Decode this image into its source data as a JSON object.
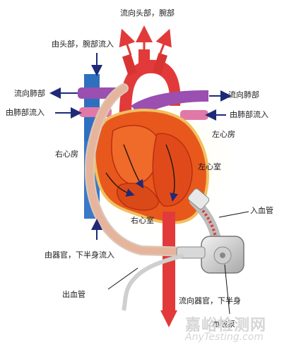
{
  "labels": {
    "top_out": "流向头部，腕部",
    "top_in": "由头部，腕部流入",
    "left_lung_out": "流向肺部",
    "left_lung_in": "由肺部流入",
    "right_lung_out": "流向肺部",
    "right_lung_in": "由肺部流入",
    "left_atrium": "左心房",
    "right_atrium": "右心房",
    "left_ventricle": "左心室",
    "right_ventricle": "右心室",
    "inflow_cannula": "入血管",
    "lower_in": "由器官，下半身流入",
    "outflow_cannula": "出血管",
    "lower_out": "流向器官，下半身",
    "pump": "血液泵"
  },
  "watermark": {
    "cn": "嘉峪检测网",
    "en": "AnyTesting.com"
  },
  "colors": {
    "artery_red": "#e23a3a",
    "vein_blue": "#2f6fc0",
    "pulmonary_purple": "#9b4fb0",
    "arrow_navy": "#1e2a78",
    "heart_orange": "#e8581c"
  }
}
